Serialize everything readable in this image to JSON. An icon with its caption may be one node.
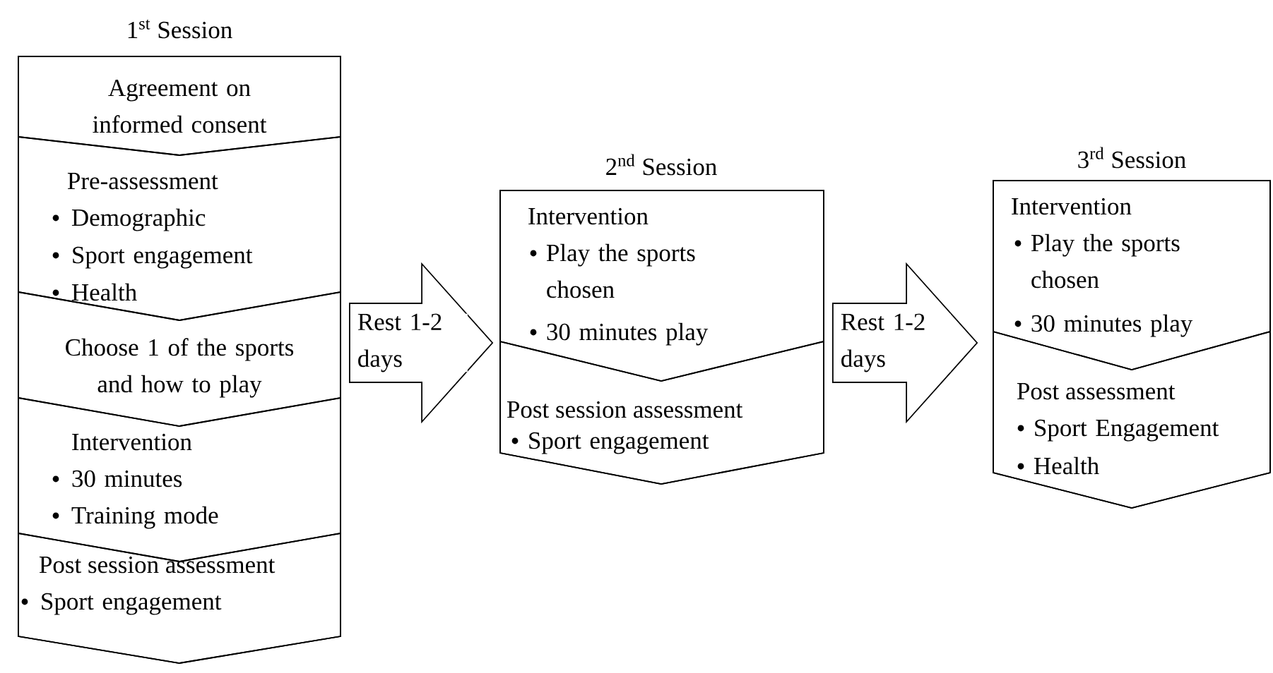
{
  "diagram": {
    "nodes": [
      {
        "text": [
          "1$^{st}$ Session"
        ]
      },
      {
        "text": [
          "Agreement on informed consent"
        ],
        "in": 0
      },
      {
        "text": [
          "Pre-assessment",
          "Demographic",
          "Sport engagement",
          "Health"
        ],
        "in": 0
      },
      {
        "text": [
          "Choose 1 of the sports and how to play"
        ],
        "in": 0
      },
      {
        "text": [
          "Intervention",
          "30 minutes",
          "Training mode"
        ],
        "in": 0
      },
      {
        "text": [
          "Post session assessment",
          "Sport engagement"
        ],
        "in": 0
      },
      {
        "text": [
          "2$^{nd}$ Session"
        ]
      },
      {
        "text": [
          "Intervention",
          "Play the sports chosen",
          "30 minutes play"
        ],
        "in": 6
      },
      {
        "text": [
          "Post session assessment",
          "Sport engagement"
        ],
        "in": 6
      },
      {
        "text": [
          "3$^{rd}$ Session"
        ]
      },
      {
        "text": [
          "Intervention",
          "Play the sports chosen",
          "30 minutes play"
        ],
        "in": 9
      },
      {
        "text": [
          "Post assessment",
          "Sport Engagement",
          "Health"
        ],
        "in": 9
      }
    ],
    "edges": [
      {
        "from": 0,
        "to": 6,
        "arrow": "to",
        "label": "Rest 1-2 days"
      },
      {
        "from": 6,
        "to": 9,
        "arrow": "to",
        "label": "Rest 1-2 days"
      }
    ]
  }
}
